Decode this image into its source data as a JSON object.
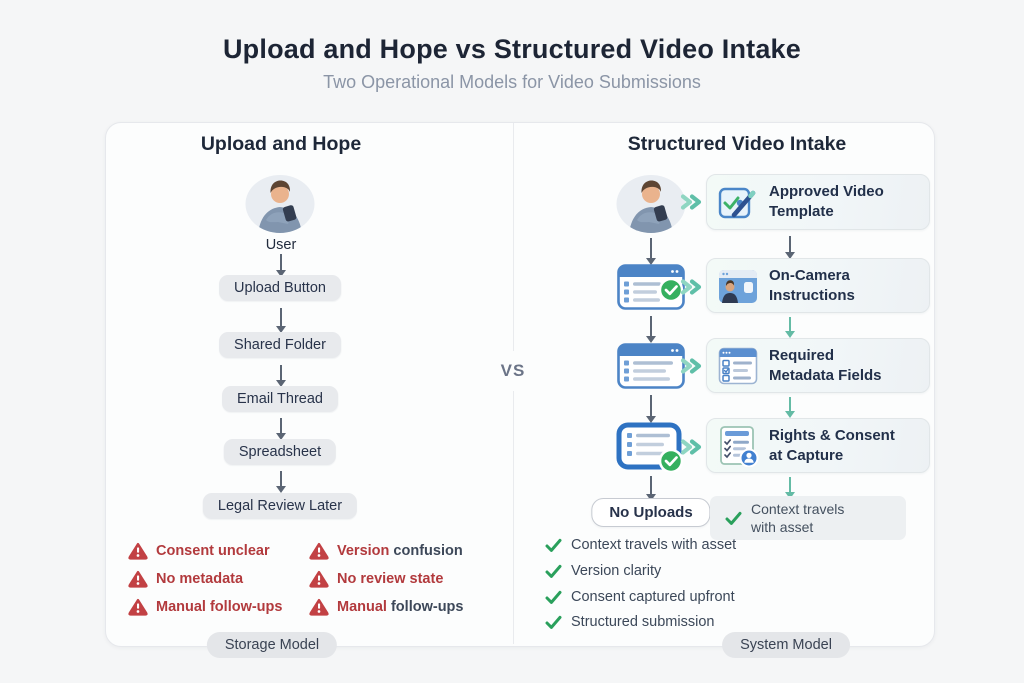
{
  "header": {
    "title": "Upload and Hope vs Structured Video Intake",
    "subtitle": "Two Operational Models for Video Submissions"
  },
  "vs_label": "VS",
  "left": {
    "title": "Upload and Hope",
    "actor_label": "User",
    "steps": [
      "Upload Button",
      "Shared Folder",
      "Email Thread",
      "Spreadsheet",
      "Legal Review Later"
    ],
    "warnings": [
      {
        "red": "Consent unclear",
        "dark": ""
      },
      {
        "red": "Version",
        "dark": " confusion"
      },
      {
        "red": "No metadata",
        "dark": ""
      },
      {
        "red": "No review state",
        "dark": ""
      },
      {
        "red": "Manual follow-ups",
        "dark": ""
      },
      {
        "red": "Manual",
        "dark": " follow-ups"
      }
    ],
    "footer_label": "Storage Model"
  },
  "right": {
    "title": "Structured Video Intake",
    "rows": [
      {
        "icon": "approved-template-icon",
        "line1": "Approved Video",
        "line2": "Template"
      },
      {
        "icon": "on-camera-icon",
        "line1": "On-Camera",
        "line2": "Instructions"
      },
      {
        "icon": "metadata-fields-icon",
        "line1": "Required",
        "line2": "Metadata Fields"
      },
      {
        "icon": "rights-consent-icon",
        "line1": "Rights & Consent",
        "line2": "at Capture"
      }
    ],
    "no_uploads_label": "No Uploads",
    "context_note": {
      "line1": "Context travels",
      "line2": "with asset"
    },
    "benefits": [
      "Context travels with asset",
      "Version clarity",
      "Consent captured upfront",
      "Structured submission"
    ],
    "footer_label": "System Model"
  },
  "palette": {
    "warning_red": "#b23a3d",
    "slate_text": "#3d4859",
    "dark_text": "#1d2535",
    "green": "#2aa05c",
    "teal": "#64bba5",
    "blue": "#4c84c6",
    "pill_bg": "#e8eaed"
  },
  "icons": {
    "warning": "warning-triangle-icon",
    "check": "check-icon",
    "flow": "double-chevron-right-icon",
    "arrow": "down-arrow",
    "actor": "user-avatar"
  }
}
